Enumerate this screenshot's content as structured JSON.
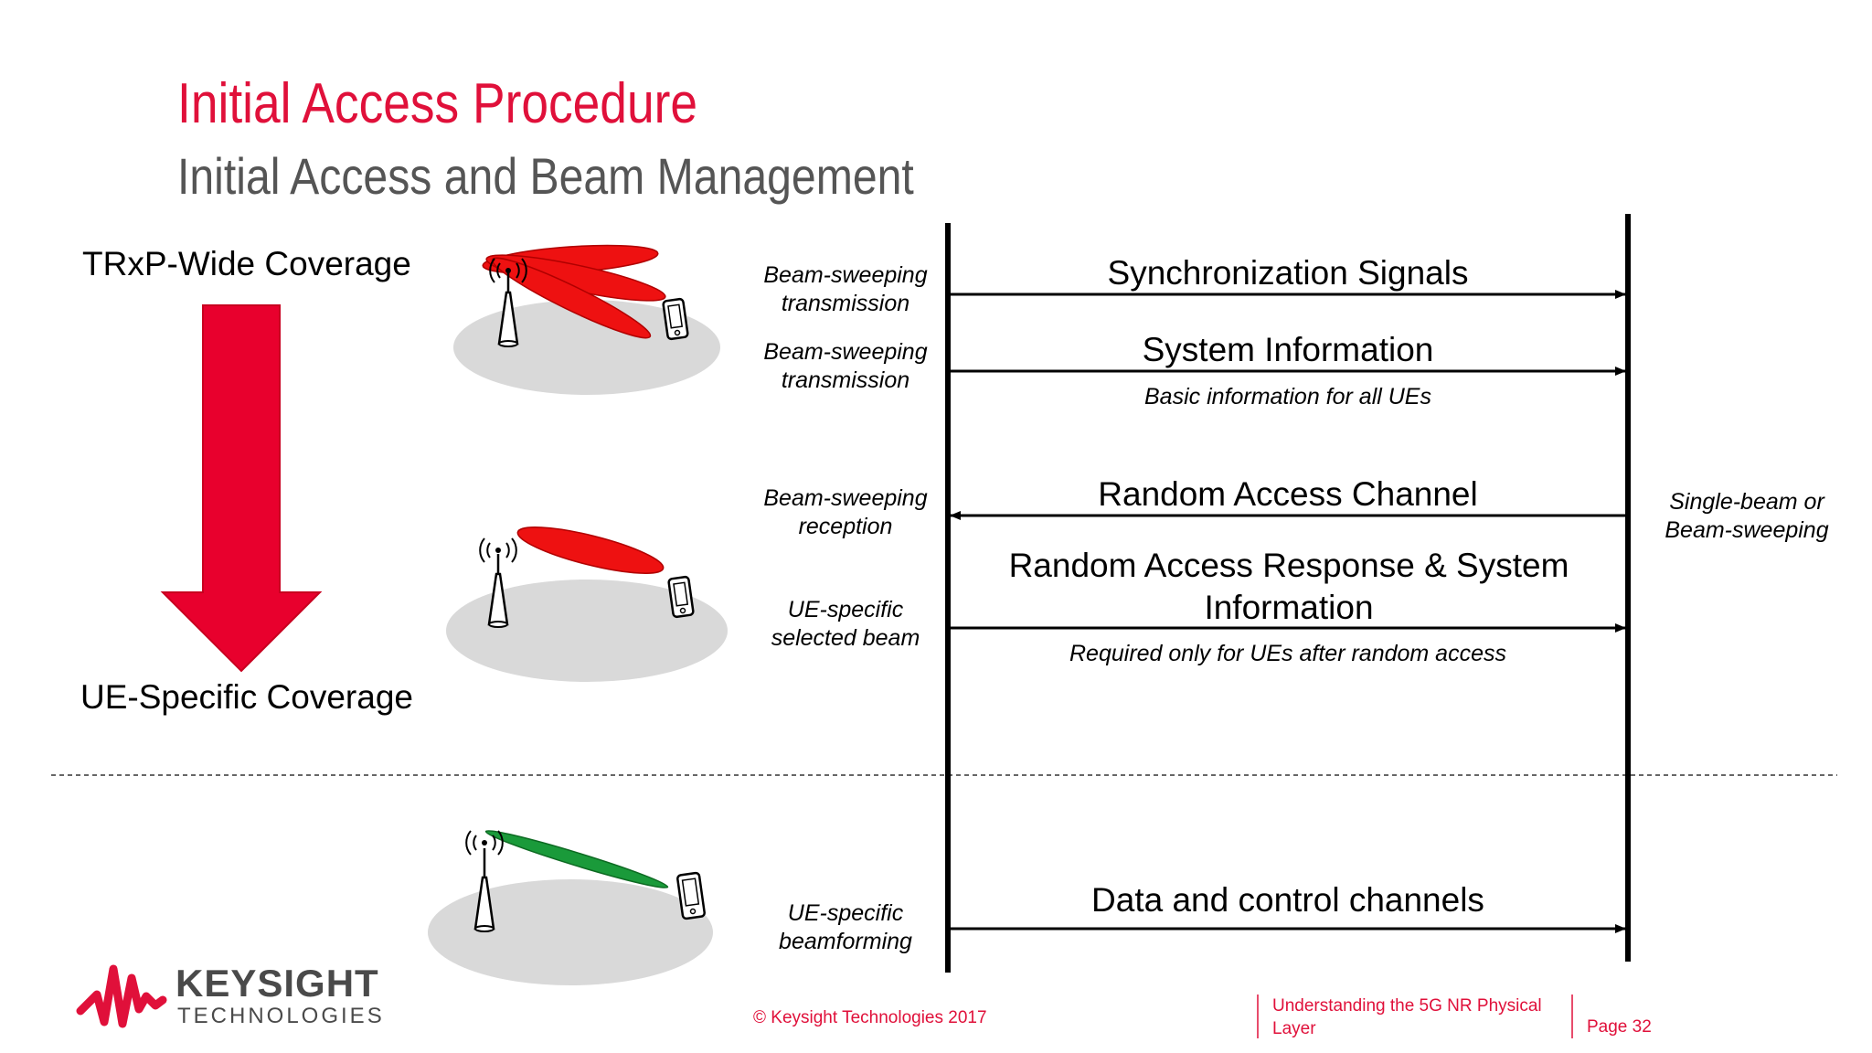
{
  "header": {
    "title": "Initial Access Procedure",
    "subtitle": "Initial Access and Beam Management"
  },
  "coverage": {
    "top_label": "TRxP-Wide Coverage",
    "bottom_label": "UE-Specific Coverage"
  },
  "side_labels": [
    "Beam-sweeping\ntransmission",
    "Beam-sweeping\ntransmission",
    "Beam-sweeping\nreception",
    "UE-specific\nselected beam",
    "UE-specific\nbeamforming"
  ],
  "messages": {
    "sync": "Synchronization Signals",
    "sysinfo": "System Information",
    "sysinfo_note": "Basic information for all UEs",
    "rach": "Random Access Channel",
    "rar": "Random Access Response & System Information",
    "rar_note": "Required only for UEs after random access",
    "data": "Data and control channels"
  },
  "right_note": "Single-beam or\nBeam-sweeping",
  "footer": {
    "brand": "KEYSIGHT",
    "brand_sub": "TECHNOLOGIES",
    "copyright": "© Keysight Technologies 2017",
    "course": "Understanding the 5G NR Physical Layer",
    "page": "Page 32"
  },
  "colors": {
    "accent": "#e0103a",
    "beam_red": "#ee1111",
    "beam_green": "#1a9a3a",
    "ground": "#d9d9d9"
  }
}
